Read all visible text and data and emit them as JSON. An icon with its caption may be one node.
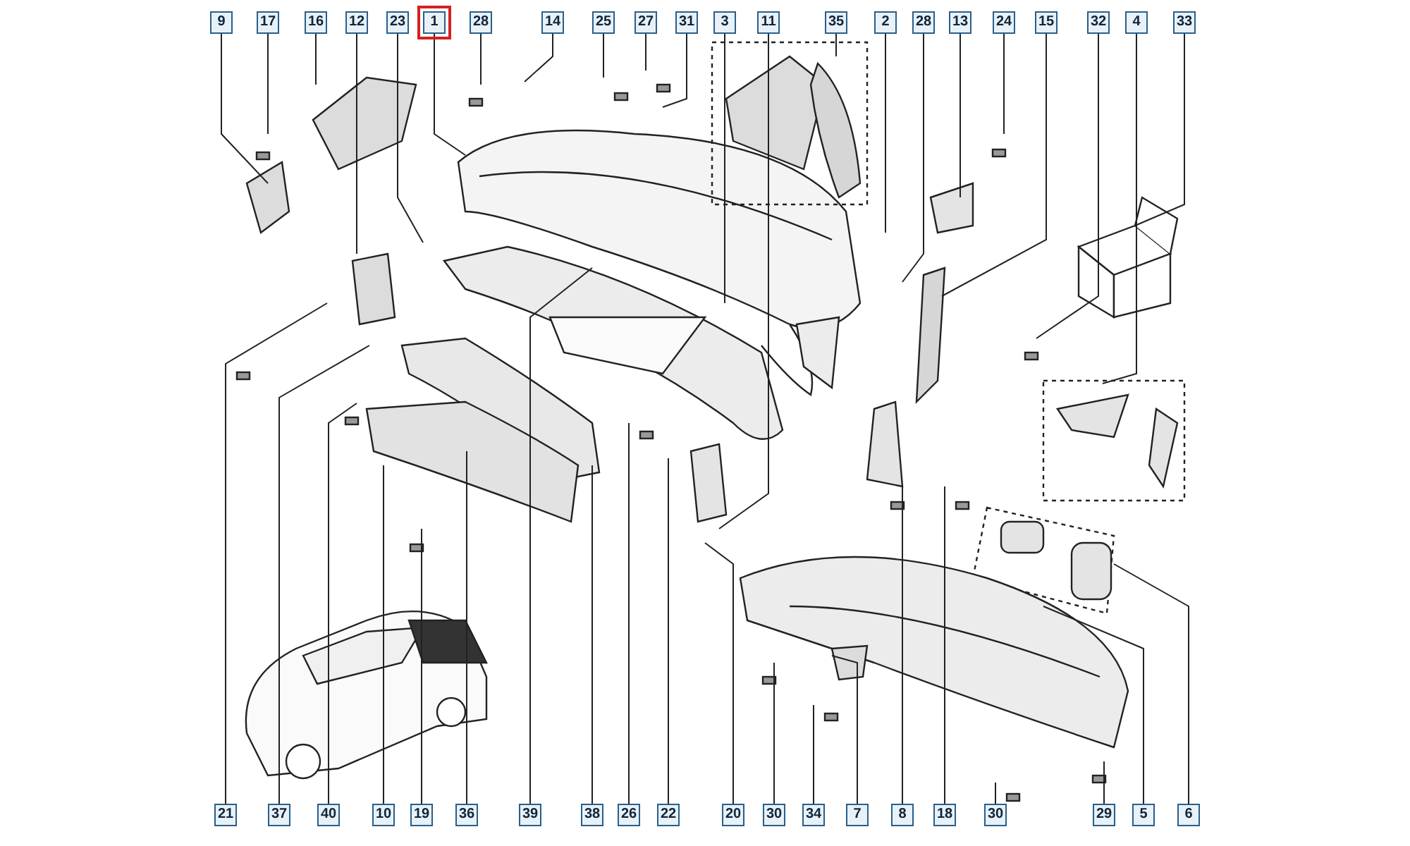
{
  "diagram": {
    "nodes": [
      {
        "text": [
          "9"
        ]
      },
      {
        "text": [
          "17"
        ]
      },
      {
        "text": [
          "16"
        ]
      },
      {
        "text": [
          "12"
        ]
      },
      {
        "text": [
          "23"
        ]
      },
      {
        "text": [
          "1"
        ]
      },
      {
        "text": [
          "28"
        ]
      },
      {
        "text": [
          "14"
        ]
      },
      {
        "text": [
          "25"
        ]
      },
      {
        "text": [
          "27"
        ]
      },
      {
        "text": [
          "31"
        ]
      },
      {
        "text": [
          "3"
        ]
      },
      {
        "text": [
          "11"
        ]
      },
      {
        "text": [
          "35"
        ]
      },
      {
        "text": [
          "2"
        ]
      },
      {
        "text": [
          "28"
        ]
      },
      {
        "text": [
          "13"
        ]
      },
      {
        "text": [
          "24"
        ]
      },
      {
        "text": [
          "15"
        ]
      },
      {
        "text": [
          "32"
        ]
      },
      {
        "text": [
          "4"
        ]
      },
      {
        "text": [
          "33"
        ]
      },
      {
        "text": [
          "21"
        ]
      },
      {
        "text": [
          "37"
        ]
      },
      {
        "text": [
          "40"
        ]
      },
      {
        "text": [
          "10"
        ]
      },
      {
        "text": [
          "19"
        ]
      },
      {
        "text": [
          "36"
        ]
      },
      {
        "text": [
          "39"
        ]
      },
      {
        "text": [
          "38"
        ]
      },
      {
        "text": [
          "26"
        ]
      },
      {
        "text": [
          "22"
        ]
      },
      {
        "text": [
          "20"
        ]
      },
      {
        "text": [
          "30"
        ]
      },
      {
        "text": [
          "34"
        ]
      },
      {
        "text": [
          "7"
        ]
      },
      {
        "text": [
          "8"
        ]
      },
      {
        "text": [
          "18"
        ]
      },
      {
        "text": [
          "30"
        ]
      },
      {
        "text": [
          "29"
        ]
      },
      {
        "text": [
          "5"
        ]
      },
      {
        "text": [
          "6"
        ]
      }
    ],
    "edges": [
      {
        "from": 0,
        "to": null,
        "arrow": "none"
      },
      {
        "from": 1,
        "to": null,
        "arrow": "none"
      },
      {
        "from": 2,
        "to": null,
        "arrow": "none"
      },
      {
        "from": 3,
        "to": null,
        "arrow": "none"
      },
      {
        "from": 4,
        "to": null,
        "arrow": "none"
      },
      {
        "from": 5,
        "to": null,
        "arrow": "none"
      },
      {
        "from": 6,
        "to": null,
        "arrow": "none"
      },
      {
        "from": 7,
        "to": null,
        "arrow": "none"
      },
      {
        "from": 8,
        "to": null,
        "arrow": "none"
      },
      {
        "from": 9,
        "to": null,
        "arrow": "none"
      },
      {
        "from": 10,
        "to": null,
        "arrow": "none"
      },
      {
        "from": 11,
        "to": null,
        "arrow": "none"
      },
      {
        "from": 12,
        "to": null,
        "arrow": "none"
      },
      {
        "from": 13,
        "to": null,
        "arrow": "none"
      },
      {
        "from": 14,
        "to": null,
        "arrow": "none"
      },
      {
        "from": 15,
        "to": null,
        "arrow": "none"
      },
      {
        "from": 16,
        "to": null,
        "arrow": "none"
      },
      {
        "from": 17,
        "to": null,
        "arrow": "none"
      },
      {
        "from": 18,
        "to": null,
        "arrow": "none"
      },
      {
        "from": 19,
        "to": null,
        "arrow": "none"
      },
      {
        "from": 20,
        "to": null,
        "arrow": "none"
      },
      {
        "from": 21,
        "to": null,
        "arrow": "none"
      },
      {
        "from": 22,
        "to": null,
        "arrow": "none"
      },
      {
        "from": 23,
        "to": null,
        "arrow": "none"
      },
      {
        "from": 24,
        "to": null,
        "arrow": "none"
      },
      {
        "from": 25,
        "to": null,
        "arrow": "none"
      },
      {
        "from": 26,
        "to": null,
        "arrow": "none"
      },
      {
        "from": 27,
        "to": null,
        "arrow": "none"
      },
      {
        "from": 28,
        "to": null,
        "arrow": "none"
      },
      {
        "from": 29,
        "to": null,
        "arrow": "none"
      },
      {
        "from": 30,
        "to": null,
        "arrow": "none"
      },
      {
        "from": 31,
        "to": null,
        "arrow": "none"
      },
      {
        "from": 32,
        "to": null,
        "arrow": "none"
      },
      {
        "from": 33,
        "to": null,
        "arrow": "none"
      },
      {
        "from": 34,
        "to": null,
        "arrow": "none"
      },
      {
        "from": 35,
        "to": null,
        "arrow": "none"
      },
      {
        "from": 36,
        "to": null,
        "arrow": "none"
      },
      {
        "from": 37,
        "to": null,
        "arrow": "none"
      },
      {
        "from": 38,
        "to": null,
        "arrow": "none"
      },
      {
        "from": 39,
        "to": null,
        "arrow": "none"
      },
      {
        "from": 40,
        "to": null,
        "arrow": "none"
      },
      {
        "from": 41,
        "to": null,
        "arrow": "none"
      }
    ]
  }
}
